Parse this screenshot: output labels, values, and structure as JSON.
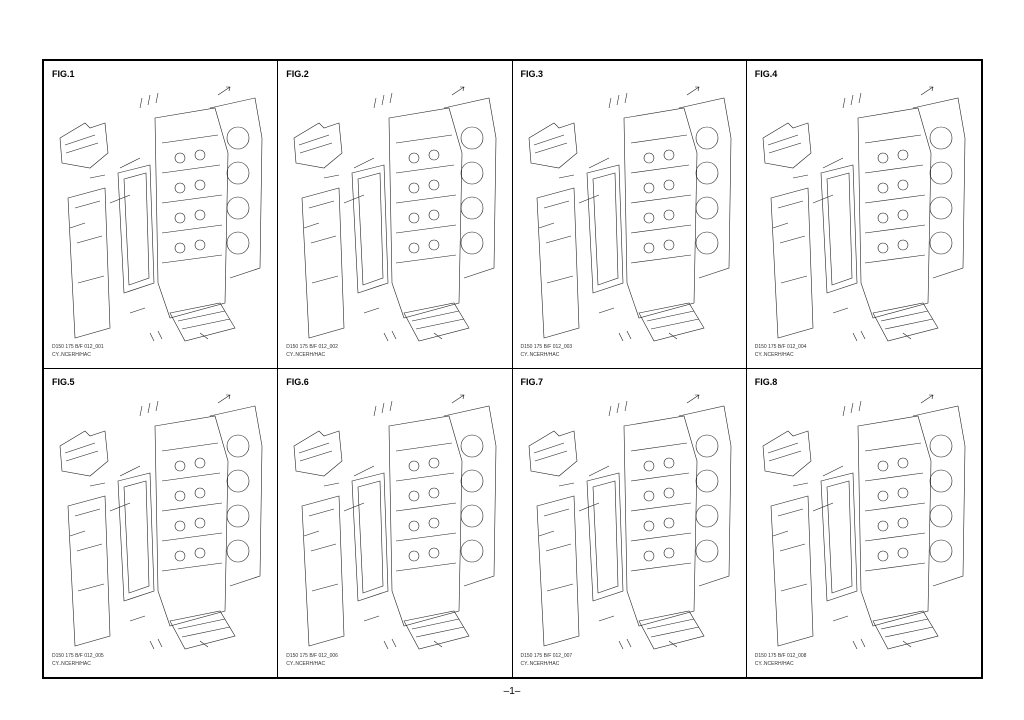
{
  "figures": [
    {
      "label": "FIG.1",
      "code": "D150 175 B/F 012_001",
      "model": "CY..NCERH/HAC"
    },
    {
      "label": "FIG.2",
      "code": "D150 175 B/F 012_002",
      "model": "CY..NCERH/HAC"
    },
    {
      "label": "FIG.3",
      "code": "D150 175 B/F 012_003",
      "model": "CY..NCERH/HAC"
    },
    {
      "label": "FIG.4",
      "code": "D150 175 B/F 012_004",
      "model": "CY..NCERH/HAC"
    },
    {
      "label": "FIG.5",
      "code": "D150 175 B/F 012_005",
      "model": "CY..NCERH/HAC"
    },
    {
      "label": "FIG.6",
      "code": "D150 175 B/F 012_006",
      "model": "CY..NCERH/HAC"
    },
    {
      "label": "FIG.7",
      "code": "D150 175 B/F 012_007",
      "model": "CY..NCERH/HAC"
    },
    {
      "label": "FIG.8",
      "code": "D150 175 B/F 012_008",
      "model": "CY..NCERH/HAC"
    }
  ],
  "page": {
    "number": "–1–"
  }
}
